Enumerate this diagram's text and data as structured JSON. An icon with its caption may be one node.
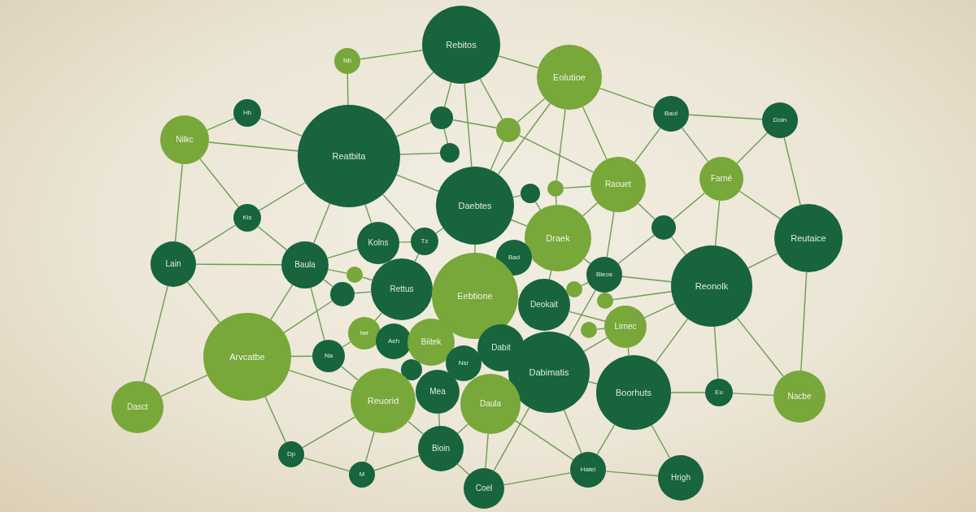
{
  "diagram": {
    "nodes": [
      {
        "text": [
          "Rebitos"
        ]
      },
      {
        "text": [
          "Nb"
        ]
      },
      {
        "text": [
          "Eolutioe"
        ]
      },
      {
        "text": [
          "Baol"
        ]
      },
      {
        "text": [
          "Hb"
        ]
      },
      {
        "text": [],
        "shape": "circle"
      },
      {
        "text": [
          "Doin"
        ]
      },
      {
        "text": [],
        "shape": "circle"
      },
      {
        "text": [
          "Nilkc"
        ]
      },
      {
        "text": [],
        "shape": "circle"
      },
      {
        "text": [
          "Reatbita"
        ]
      },
      {
        "text": [
          "Farné"
        ]
      },
      {
        "text": [
          "Raouet"
        ]
      },
      {
        "text": [],
        "shape": "circle"
      },
      {
        "text": [],
        "shape": "circle"
      },
      {
        "text": [
          "Daebtes"
        ]
      },
      {
        "text": [
          "Kis"
        ]
      },
      {
        "text": [],
        "shape": "circle"
      },
      {
        "text": [
          "Draek"
        ]
      },
      {
        "text": [
          "Reutaice"
        ]
      },
      {
        "text": [
          "Kolns"
        ]
      },
      {
        "text": [
          "Tz"
        ]
      },
      {
        "text": [
          "Bad"
        ]
      },
      {
        "text": [
          "Lain"
        ]
      },
      {
        "text": [
          "Baula"
        ]
      },
      {
        "text": [
          "Bleos"
        ]
      },
      {
        "text": [],
        "shape": "circle"
      },
      {
        "text": [
          "Reonolk"
        ]
      },
      {
        "text": [],
        "shape": "circle"
      },
      {
        "text": [
          "Rettus"
        ]
      },
      {
        "text": [],
        "shape": "circle"
      },
      {
        "text": [
          "Eebtione"
        ]
      },
      {
        "text": [],
        "shape": "circle"
      },
      {
        "text": [
          "Deokait"
        ]
      },
      {
        "text": [],
        "shape": "circle"
      },
      {
        "text": [
          "Lirnec"
        ]
      },
      {
        "text": [
          "Iwr"
        ]
      },
      {
        "text": [
          "Aeh"
        ]
      },
      {
        "text": [
          "Biitek"
        ]
      },
      {
        "text": [
          "Dabit"
        ]
      },
      {
        "text": [
          "Na"
        ]
      },
      {
        "text": [
          "Arvcatbe"
        ]
      },
      {
        "text": [
          "Nsr"
        ]
      },
      {
        "text": [],
        "shape": "circle"
      },
      {
        "text": [
          "Dabimatis"
        ]
      },
      {
        "text": [
          "Mea"
        ]
      },
      {
        "text": [
          "Boorhuts"
        ]
      },
      {
        "text": [
          "Eu"
        ]
      },
      {
        "text": [
          "Nacbe"
        ]
      },
      {
        "text": [
          "Reuorid"
        ]
      },
      {
        "text": [
          "Daula"
        ]
      },
      {
        "text": [
          "Dasct"
        ]
      },
      {
        "text": [
          "Bioin"
        ]
      },
      {
        "text": [
          "Dp"
        ]
      },
      {
        "text": [
          "Hatel"
        ]
      },
      {
        "text": [
          "M"
        ]
      },
      {
        "text": [
          "Hrigh"
        ]
      },
      {
        "text": [
          "Coel"
        ]
      }
    ],
    "edges": [
      {
        "from": 1,
        "to": 0,
        "arrow": "none"
      },
      {
        "from": 1,
        "to": 10,
        "arrow": "none"
      },
      {
        "from": 0,
        "to": 2,
        "arrow": "none"
      },
      {
        "from": 0,
        "to": 10,
        "arrow": "none"
      },
      {
        "from": 0,
        "to": 5,
        "arrow": "none"
      },
      {
        "from": 0,
        "to": 15,
        "arrow": "none"
      },
      {
        "from": 0,
        "to": 7,
        "arrow": "none"
      },
      {
        "from": 2,
        "to": 7,
        "arrow": "none"
      },
      {
        "from": 2,
        "to": 15,
        "arrow": "none"
      },
      {
        "from": 2,
        "to": 12,
        "arrow": "none"
      },
      {
        "from": 2,
        "to": 3,
        "arrow": "none"
      },
      {
        "from": 2,
        "to": 13,
        "arrow": "none"
      },
      {
        "from": 7,
        "to": 12,
        "arrow": "none"
      },
      {
        "from": 5,
        "to": 7,
        "arrow": "none"
      },
      {
        "from": 5,
        "to": 9,
        "arrow": "none"
      },
      {
        "from": 5,
        "to": 10,
        "arrow": "none"
      },
      {
        "from": 3,
        "to": 6,
        "arrow": "none"
      },
      {
        "from": 3,
        "to": 12,
        "arrow": "none"
      },
      {
        "from": 3,
        "to": 11,
        "arrow": "none"
      },
      {
        "from": 6,
        "to": 11,
        "arrow": "none"
      },
      {
        "from": 6,
        "to": 19,
        "arrow": "none"
      },
      {
        "from": 11,
        "to": 19,
        "arrow": "none"
      },
      {
        "from": 11,
        "to": 27,
        "arrow": "none"
      },
      {
        "from": 11,
        "to": 17,
        "arrow": "none"
      },
      {
        "from": 12,
        "to": 17,
        "arrow": "none"
      },
      {
        "from": 12,
        "to": 18,
        "arrow": "none"
      },
      {
        "from": 12,
        "to": 13,
        "arrow": "none"
      },
      {
        "from": 12,
        "to": 25,
        "arrow": "none"
      },
      {
        "from": 17,
        "to": 27,
        "arrow": "none"
      },
      {
        "from": 17,
        "to": 25,
        "arrow": "none"
      },
      {
        "from": 19,
        "to": 27,
        "arrow": "none"
      },
      {
        "from": 19,
        "to": 48,
        "arrow": "none"
      },
      {
        "from": 27,
        "to": 25,
        "arrow": "none"
      },
      {
        "from": 27,
        "to": 35,
        "arrow": "none"
      },
      {
        "from": 27,
        "to": 46,
        "arrow": "none"
      },
      {
        "from": 27,
        "to": 47,
        "arrow": "none"
      },
      {
        "from": 27,
        "to": 48,
        "arrow": "none"
      },
      {
        "from": 47,
        "to": 46,
        "arrow": "none"
      },
      {
        "from": 47,
        "to": 48,
        "arrow": "none"
      },
      {
        "from": 46,
        "to": 54,
        "arrow": "none"
      },
      {
        "from": 46,
        "to": 56,
        "arrow": "none"
      },
      {
        "from": 46,
        "to": 35,
        "arrow": "none"
      },
      {
        "from": 46,
        "to": 44,
        "arrow": "none"
      },
      {
        "from": 44,
        "to": 54,
        "arrow": "none"
      },
      {
        "from": 44,
        "to": 57,
        "arrow": "none"
      },
      {
        "from": 44,
        "to": 25,
        "arrow": "none"
      },
      {
        "from": 44,
        "to": 35,
        "arrow": "none"
      },
      {
        "from": 54,
        "to": 56,
        "arrow": "none"
      },
      {
        "from": 54,
        "to": 57,
        "arrow": "none"
      },
      {
        "from": 54,
        "to": 50,
        "arrow": "none"
      },
      {
        "from": 57,
        "to": 50,
        "arrow": "none"
      },
      {
        "from": 57,
        "to": 52,
        "arrow": "none"
      },
      {
        "from": 52,
        "to": 55,
        "arrow": "none"
      },
      {
        "from": 52,
        "to": 45,
        "arrow": "none"
      },
      {
        "from": 52,
        "to": 50,
        "arrow": "none"
      },
      {
        "from": 55,
        "to": 53,
        "arrow": "none"
      },
      {
        "from": 55,
        "to": 49,
        "arrow": "none"
      },
      {
        "from": 53,
        "to": 41,
        "arrow": "none"
      },
      {
        "from": 53,
        "to": 49,
        "arrow": "none"
      },
      {
        "from": 41,
        "to": 23,
        "arrow": "none"
      },
      {
        "from": 41,
        "to": 51,
        "arrow": "none"
      },
      {
        "from": 41,
        "to": 24,
        "arrow": "none"
      },
      {
        "from": 41,
        "to": 40,
        "arrow": "none"
      },
      {
        "from": 41,
        "to": 49,
        "arrow": "none"
      },
      {
        "from": 41,
        "to": 30,
        "arrow": "none"
      },
      {
        "from": 23,
        "to": 51,
        "arrow": "none"
      },
      {
        "from": 23,
        "to": 24,
        "arrow": "none"
      },
      {
        "from": 23,
        "to": 16,
        "arrow": "none"
      },
      {
        "from": 23,
        "to": 8,
        "arrow": "none"
      },
      {
        "from": 8,
        "to": 4,
        "arrow": "none"
      },
      {
        "from": 8,
        "to": 16,
        "arrow": "none"
      },
      {
        "from": 8,
        "to": 10,
        "arrow": "none"
      },
      {
        "from": 4,
        "to": 10,
        "arrow": "none"
      },
      {
        "from": 16,
        "to": 10,
        "arrow": "none"
      },
      {
        "from": 16,
        "to": 24,
        "arrow": "none"
      },
      {
        "from": 10,
        "to": 24,
        "arrow": "none"
      },
      {
        "from": 10,
        "to": 20,
        "arrow": "none"
      },
      {
        "from": 10,
        "to": 21,
        "arrow": "none"
      },
      {
        "from": 10,
        "to": 15,
        "arrow": "none"
      },
      {
        "from": 10,
        "to": 9,
        "arrow": "none"
      },
      {
        "from": 24,
        "to": 30,
        "arrow": "none"
      },
      {
        "from": 24,
        "to": 20,
        "arrow": "none"
      },
      {
        "from": 24,
        "to": 40,
        "arrow": "none"
      },
      {
        "from": 20,
        "to": 21,
        "arrow": "none"
      },
      {
        "from": 21,
        "to": 15,
        "arrow": "none"
      },
      {
        "from": 21,
        "to": 29,
        "arrow": "none"
      },
      {
        "from": 15,
        "to": 31,
        "arrow": "none"
      },
      {
        "from": 15,
        "to": 14,
        "arrow": "none"
      },
      {
        "from": 15,
        "to": 18,
        "arrow": "none"
      },
      {
        "from": 18,
        "to": 25,
        "arrow": "none"
      },
      {
        "from": 18,
        "to": 33,
        "arrow": "none"
      },
      {
        "from": 29,
        "to": 30,
        "arrow": "none"
      },
      {
        "from": 29,
        "to": 36,
        "arrow": "none"
      },
      {
        "from": 26,
        "to": 29,
        "arrow": "none"
      },
      {
        "from": 33,
        "to": 35,
        "arrow": "none"
      },
      {
        "from": 35,
        "to": 34,
        "arrow": "none"
      },
      {
        "from": 40,
        "to": 36,
        "arrow": "none"
      },
      {
        "from": 40,
        "to": 49,
        "arrow": "none"
      },
      {
        "from": 49,
        "to": 52,
        "arrow": "none"
      },
      {
        "from": 7,
        "to": 15,
        "arrow": "none"
      },
      {
        "from": 13,
        "to": 18,
        "arrow": "none"
      },
      {
        "from": 14,
        "to": 18,
        "arrow": "none"
      },
      {
        "from": 26,
        "to": 24,
        "arrow": "none"
      },
      {
        "from": 28,
        "to": 25,
        "arrow": "none"
      },
      {
        "from": 32,
        "to": 27,
        "arrow": "none"
      }
    ]
  }
}
